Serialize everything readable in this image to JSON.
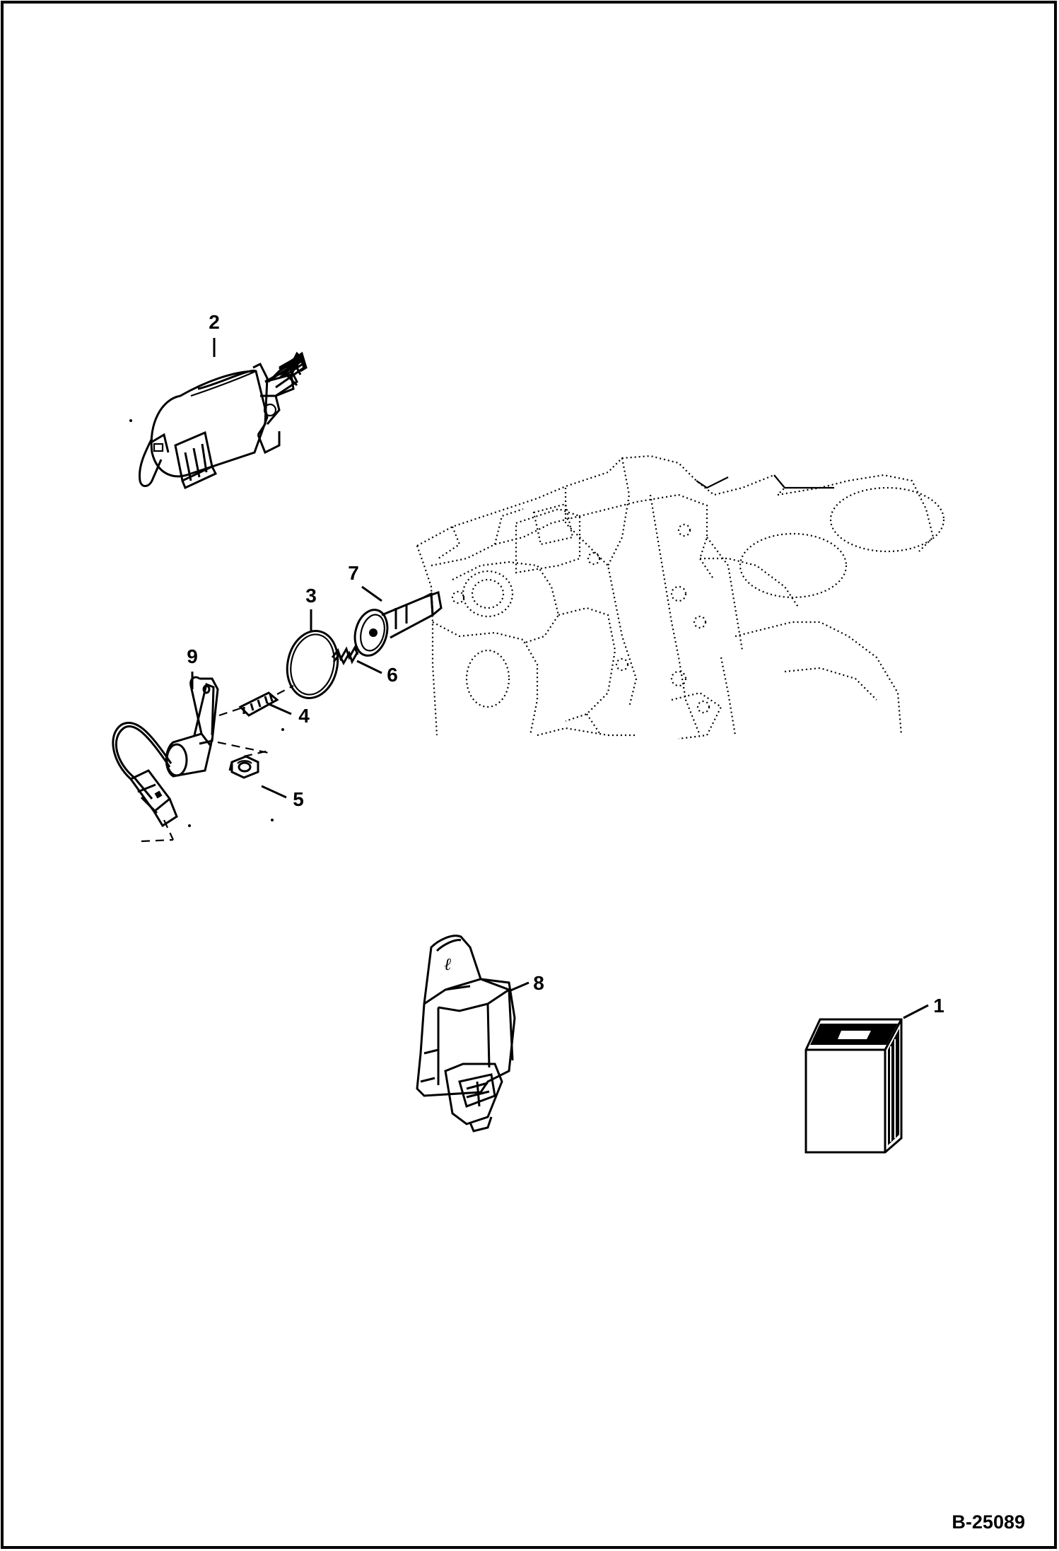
{
  "figure_id": "B-25089",
  "callouts": [
    {
      "id": "callout-1",
      "label": "1"
    },
    {
      "id": "callout-2",
      "label": "2"
    },
    {
      "id": "callout-3",
      "label": "3"
    },
    {
      "id": "callout-4",
      "label": "4"
    },
    {
      "id": "callout-5",
      "label": "5"
    },
    {
      "id": "callout-6",
      "label": "6"
    },
    {
      "id": "callout-7",
      "label": "7"
    },
    {
      "id": "callout-8",
      "label": "8"
    },
    {
      "id": "callout-9",
      "label": "9"
    }
  ],
  "colors": {
    "ink": "#000000",
    "paper": "#ffffff"
  }
}
